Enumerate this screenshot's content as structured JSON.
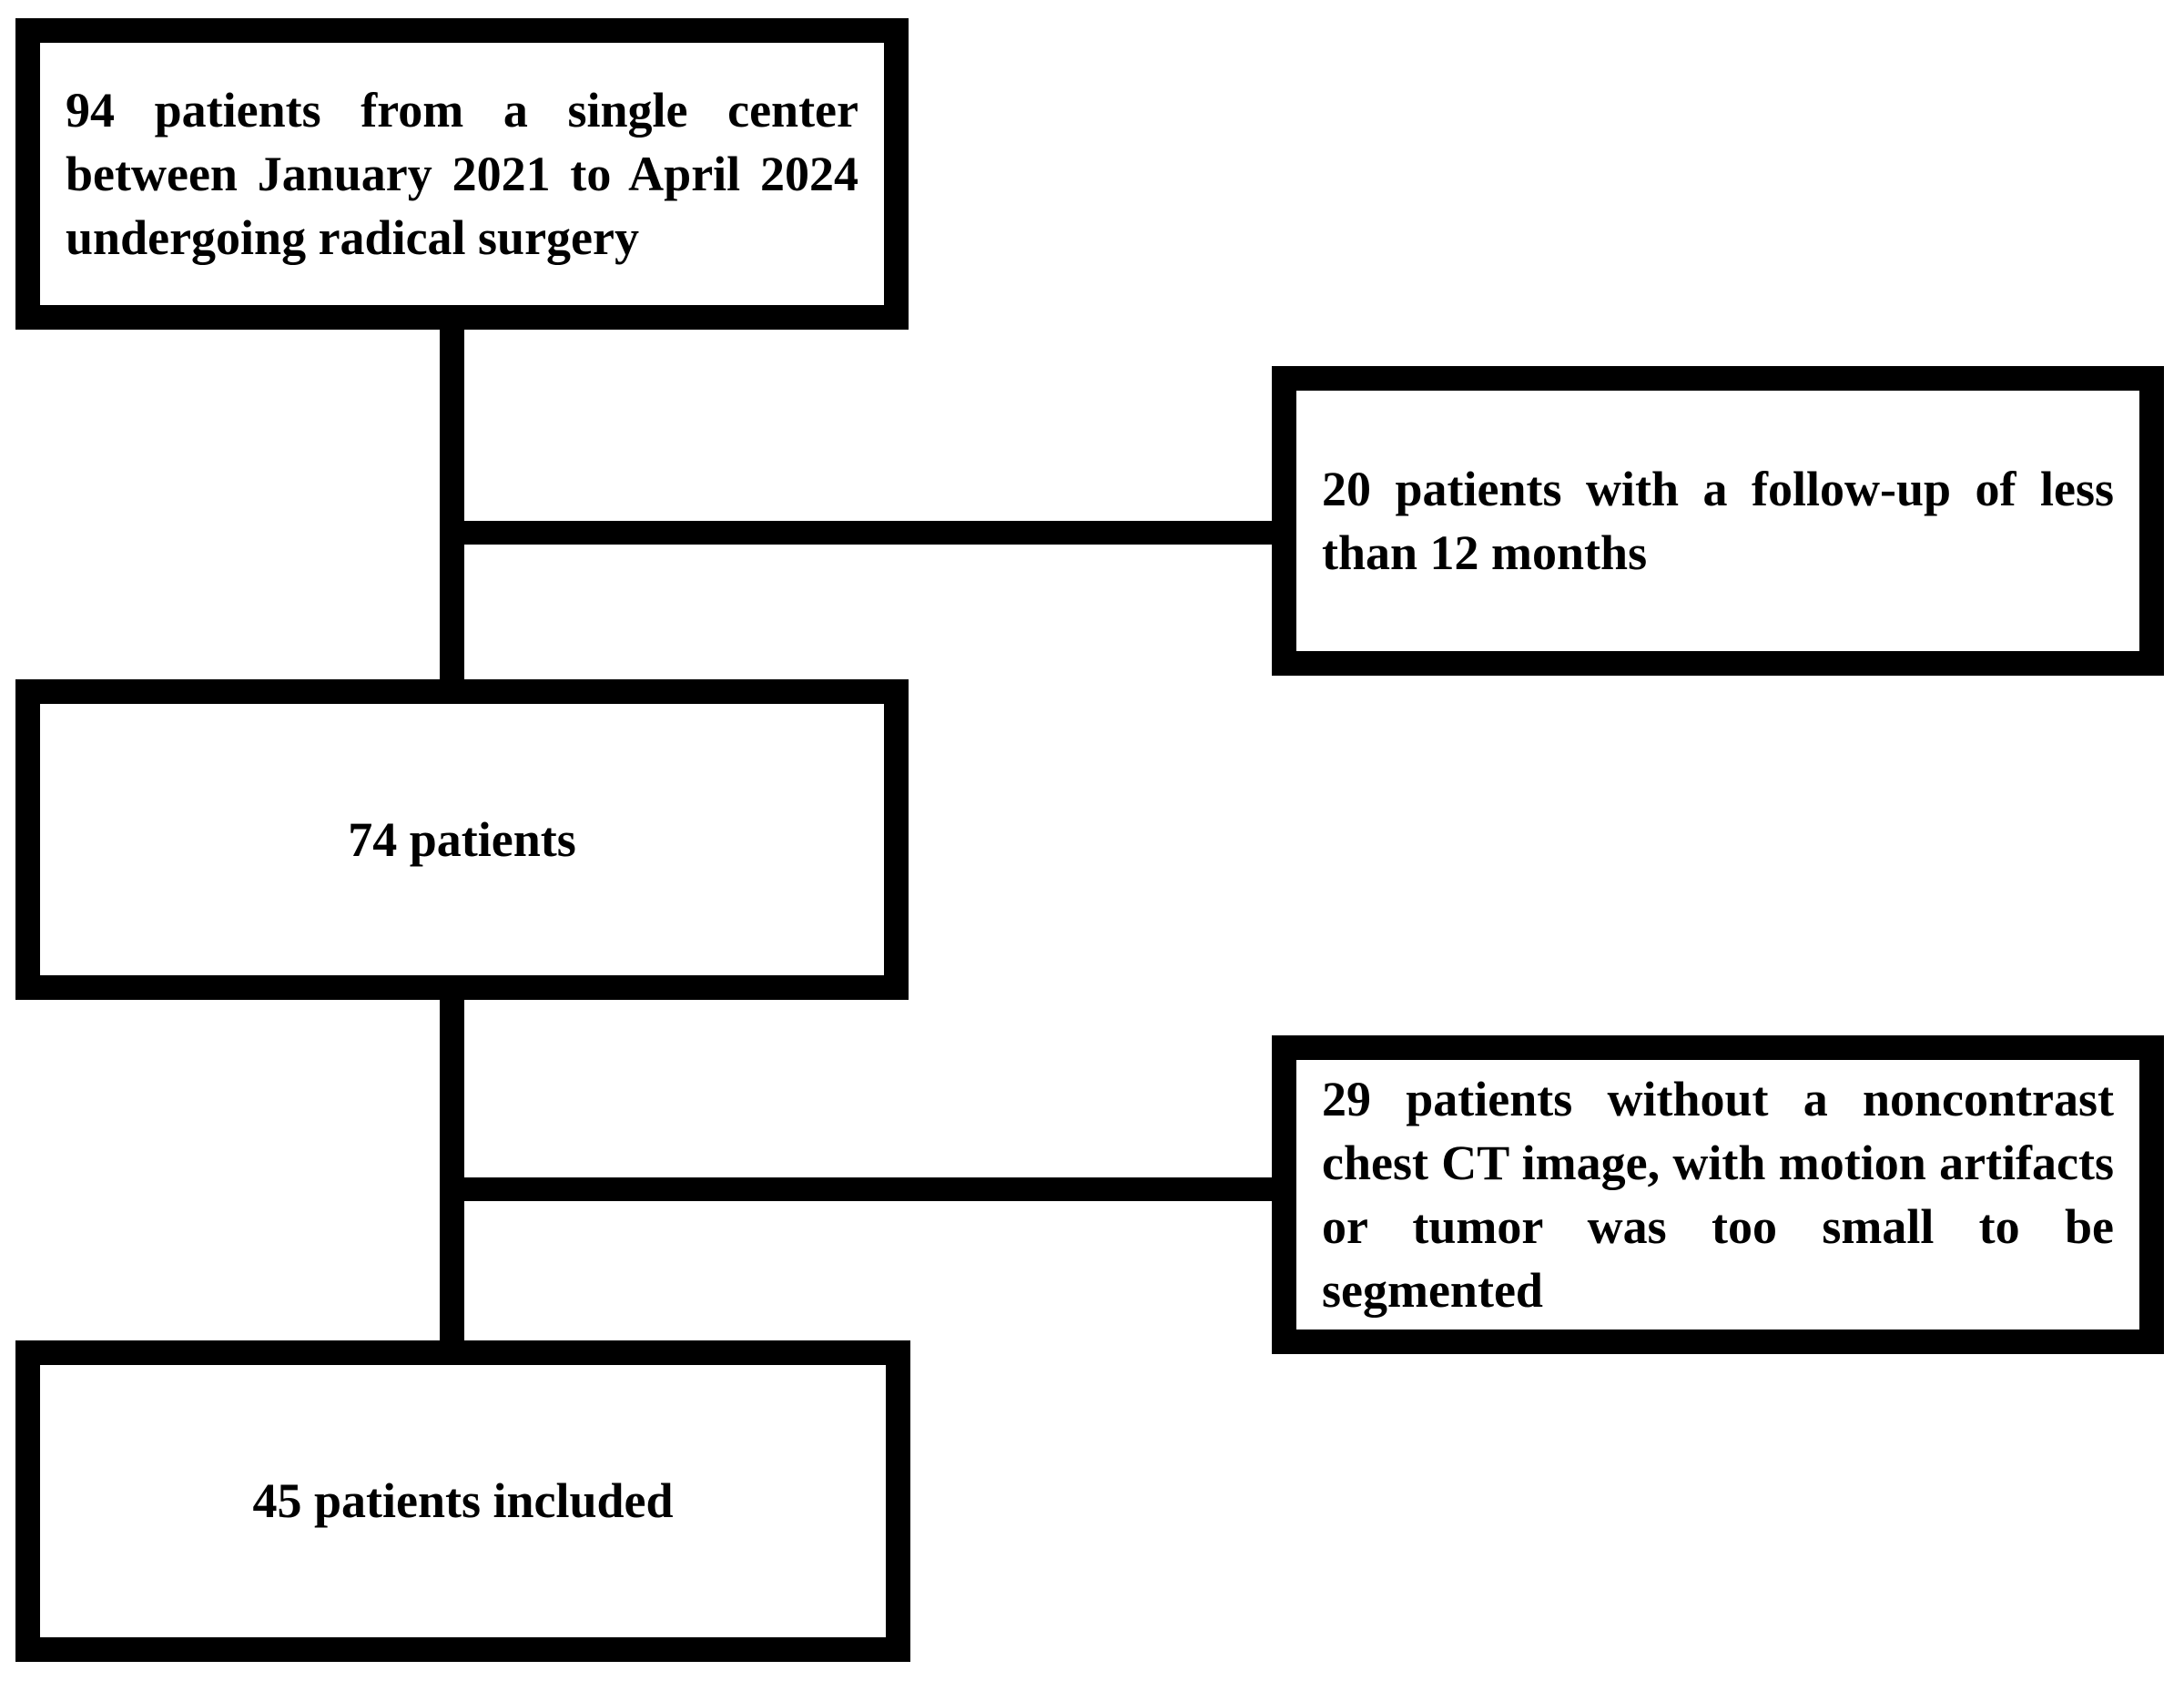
{
  "diagram": {
    "type": "patient-selection-flowchart",
    "colors": {
      "border": "#000000",
      "background": "#ffffff",
      "text": "#000000"
    },
    "nodes": [
      {
        "id": "enrolled",
        "role": "source-population",
        "text": "94 patients from a single center between January 2021 to April 2024 undergoing radical surgery",
        "count": 94
      },
      {
        "id": "excluded-followup",
        "role": "exclusion",
        "text": "20 patients with a follow-up of less than 12 months",
        "count": 20
      },
      {
        "id": "eligible",
        "role": "intermediate-population",
        "text": "74 patients",
        "count": 74
      },
      {
        "id": "excluded-imaging",
        "role": "exclusion",
        "text": "29 patients without a noncontrast chest CT image, with motion artifacts or tumor was too small to be segmented",
        "count": 29
      },
      {
        "id": "included",
        "role": "final-population",
        "text": "45 patients included",
        "count": 45
      }
    ],
    "connectors": [
      {
        "id": "vert-top",
        "orientation": "vertical",
        "from": "enrolled",
        "to": "eligible"
      },
      {
        "id": "horiz-top",
        "orientation": "horizontal",
        "from": "enrolled",
        "to": "excluded-followup"
      },
      {
        "id": "vert-bottom",
        "orientation": "vertical",
        "from": "eligible",
        "to": "included"
      },
      {
        "id": "horiz-bottom",
        "orientation": "horizontal",
        "from": "eligible",
        "to": "excluded-imaging"
      }
    ]
  }
}
